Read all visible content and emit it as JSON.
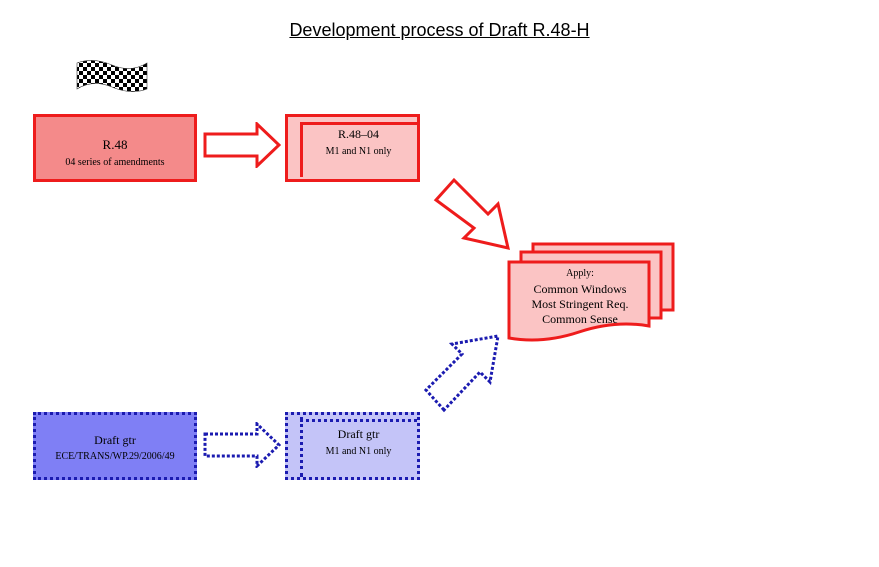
{
  "title": "Development process of Draft R.48-H",
  "colors": {
    "red_border": "#ee1c1c",
    "red_fill": "#f48a8a",
    "red_light": "#fbc4c4",
    "blue_border": "#1b1bb0",
    "blue_fill": "#7f7ff5",
    "blue_light": "#c4c4f8"
  },
  "r48": {
    "label": "R.48",
    "sub": "04 series of amendments"
  },
  "r4804": {
    "label": "R.48–04",
    "sub": "M1 and N1 only"
  },
  "apply": {
    "head": "Apply:",
    "items": [
      "Common Windows",
      "Most Stringent Req.",
      "Common Sense"
    ]
  },
  "gtr": {
    "label": "Draft gtr",
    "sub": "ECE/TRANS/WP.29/2006/49"
  },
  "gtrm": {
    "label": "Draft gtr",
    "sub": "M1 and N1 only"
  },
  "icons": {
    "flag": "checkered-flag-icon"
  }
}
